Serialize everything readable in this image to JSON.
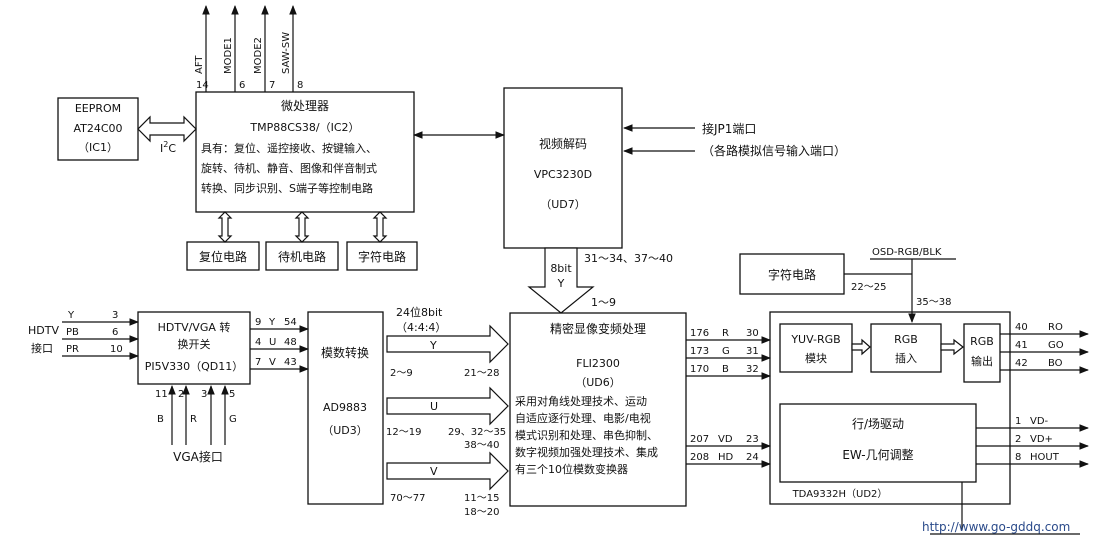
{
  "eeprom": {
    "l1": "EEPROM",
    "l2": "AT24C00",
    "l3": "（IC1）"
  },
  "i2c": {
    "main": "I",
    "sup": "2",
    "tail": "C"
  },
  "mcu": {
    "title": "微处理器",
    "chip": "TMP88CS38/（IC2）",
    "desc1": "具有：复位、遥控接收、按键输入、",
    "desc2": "旋转、待机、静音、图像和伴音制式",
    "desc3": "转换、同步识别、S端子等控制电路",
    "out_pins": [
      {
        "num": "14",
        "label": "AFT"
      },
      {
        "num": "6",
        "label": "MODE1"
      },
      {
        "num": "7",
        "label": "MODE2"
      },
      {
        "num": "8",
        "label": "SAW-SW"
      }
    ]
  },
  "sub_boxes": {
    "reset": "复位电路",
    "standby": "待机电路",
    "char": "字符电路"
  },
  "vdec": {
    "title": "视频解码",
    "chip": "VPC3230D",
    "ud": "（UD7）"
  },
  "jp1": {
    "l1": "接JP1端口",
    "l2": "（各路模拟信号输入端口）"
  },
  "vdec_bus": {
    "width": "8bit",
    "sig": "Y",
    "pins": "31～34、37～40"
  },
  "hdtv": {
    "label1": "HDTV",
    "label2": "接口",
    "inputs": [
      {
        "name": "Y",
        "pin": "3"
      },
      {
        "name": "PB",
        "pin": "6"
      },
      {
        "name": "PR",
        "pin": "10"
      }
    ]
  },
  "switch": {
    "t1": "HDTV/VGA 转",
    "t2": "换开关",
    "chip": "PI5V330（QD11）",
    "outputs": [
      {
        "pin": "9",
        "sig": "Y",
        "pin2": "54"
      },
      {
        "pin": "4",
        "sig": "U",
        "pin2": "48"
      },
      {
        "pin": "7",
        "sig": "V",
        "pin2": "43"
      }
    ],
    "bottom_pins": [
      "11",
      "2",
      "3",
      "5"
    ],
    "bottom_sigs": [
      "B",
      "R",
      "G"
    ]
  },
  "vga": {
    "label": "VGA接口"
  },
  "adc": {
    "title": "模数转换",
    "chip": "AD9883",
    "ud": "（UD3）"
  },
  "bus24": {
    "l1": "24位8bit",
    "l2": "（4:4:4）"
  },
  "yuv_bus": [
    {
      "sig": "Y",
      "left": "2～9",
      "right": "21～28",
      "right2": ""
    },
    {
      "sig": "U",
      "left": "12～19",
      "right": "29、32～35",
      "right2": "38～40"
    },
    {
      "sig": "V",
      "left": "70～77",
      "right": "11～15",
      "right2": "18～20"
    }
  ],
  "fli": {
    "top_pin": "1～9",
    "title": "精密显像变频处理",
    "chip": "FLI2300",
    "ud": "（UD6）",
    "desc": [
      "采用对角线处理技术、运动",
      "自适应逐行处理、电影/电视",
      "模式识别和处理、串色抑制、",
      "数字视频加强处理技术、集成",
      "有三个10位模数变换器"
    ],
    "outputs": [
      {
        "pin": "176",
        "sig": "R",
        "pin2": "30"
      },
      {
        "pin": "173",
        "sig": "G",
        "pin2": "31"
      },
      {
        "pin": "170",
        "sig": "B",
        "pin2": "32"
      },
      {
        "pin": "207",
        "sig": "VD",
        "pin2": "23"
      },
      {
        "pin": "208",
        "sig": "HD",
        "pin2": "24"
      }
    ]
  },
  "char2": {
    "title": "字符电路",
    "pins": "22～25",
    "osd": "OSD-RGB/BLK",
    "osd_pins": "35～38"
  },
  "tda": {
    "name": "TDA9332H（UD2）",
    "yuv_l1": "YUV-RGB",
    "yuv_l2": "模块",
    "ins_l1": "RGB",
    "ins_l2": "插入",
    "out_l1": "RGB",
    "out_l2": "输出",
    "drive_l1": "行/场驱动",
    "drive_l2": "EW-几何调整",
    "rgb_out": [
      {
        "pin": "40",
        "sig": "RO"
      },
      {
        "pin": "41",
        "sig": "GO"
      },
      {
        "pin": "42",
        "sig": "BO"
      }
    ],
    "drive_out": [
      {
        "pin": "1",
        "sig": "VD-"
      },
      {
        "pin": "2",
        "sig": "VD+"
      },
      {
        "pin": "8",
        "sig": "HOUT"
      }
    ]
  },
  "watermark": "http://www.go-gddq.com"
}
